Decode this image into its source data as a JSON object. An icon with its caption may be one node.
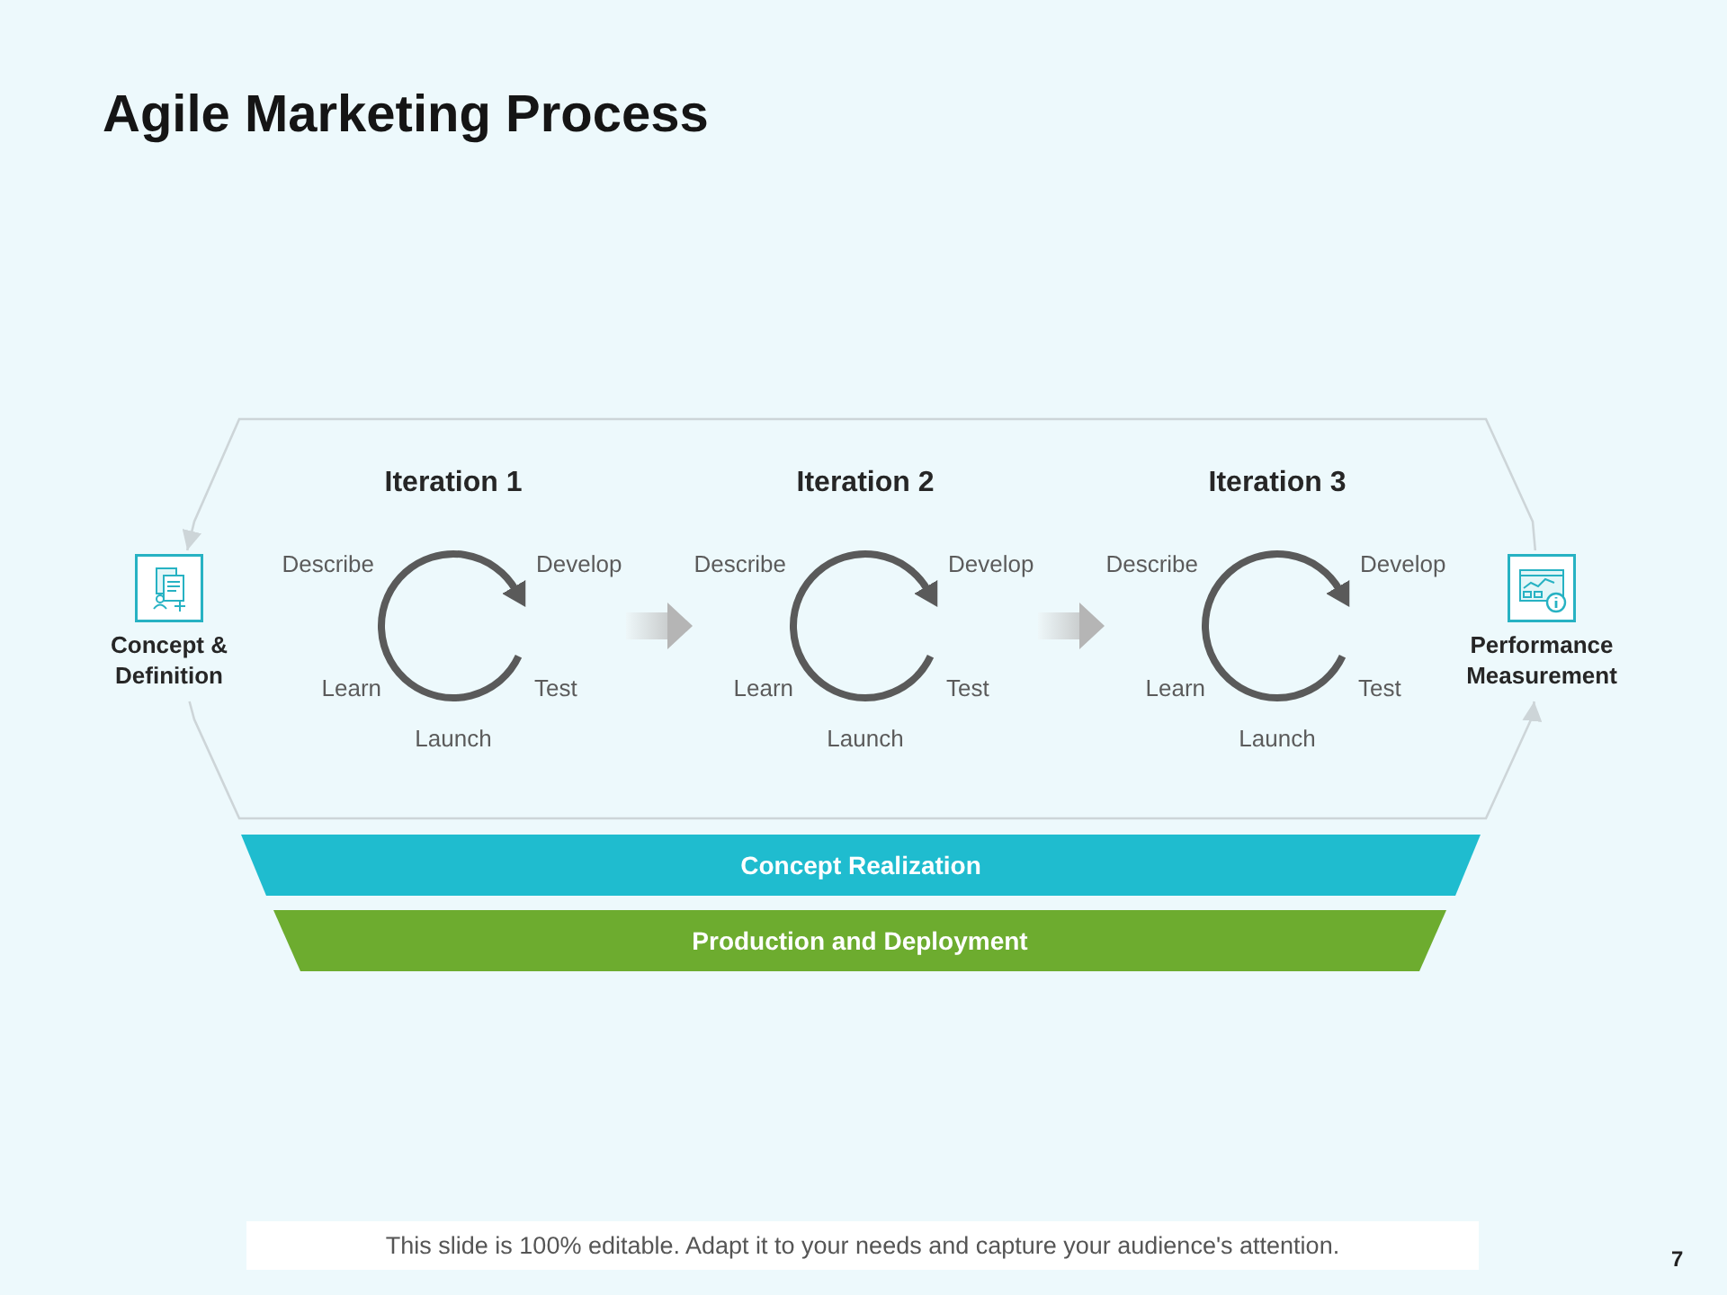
{
  "diagram": {
    "title": "Agile Marketing Process",
    "nodes": [
      {
        "text": [
          "Concept & Definition"
        ]
      },
      {
        "text": [
          "Iteration 1",
          "Describe",
          "Develop",
          "Learn",
          "Test",
          "Launch"
        ]
      },
      {
        "text": [
          "Iteration 2",
          "Describe",
          "Develop",
          "Learn",
          "Test",
          "Launch"
        ]
      },
      {
        "text": [
          "Iteration 3",
          "Describe",
          "Develop",
          "Learn",
          "Test",
          "Launch"
        ]
      },
      {
        "text": [
          "Performance Measurement"
        ]
      },
      {
        "text": [
          "Concept Realization"
        ]
      },
      {
        "text": [
          "Production and Deployment"
        ]
      }
    ],
    "edges": [
      {
        "from": 1,
        "to": 2,
        "arrow": "to",
        "style": "thick"
      },
      {
        "from": 2,
        "to": 3,
        "arrow": "to",
        "style": "thick"
      },
      {
        "from": 0,
        "to": 4,
        "arrow": "to",
        "color": "#cdd5d8"
      },
      {
        "from": 4,
        "to": 0,
        "arrow": "to",
        "color": "#cdd5d8"
      }
    ],
    "labels": [
      "This slide is 100% editable. Adapt it to your needs and capture your audience's attention.",
      "7"
    ]
  }
}
